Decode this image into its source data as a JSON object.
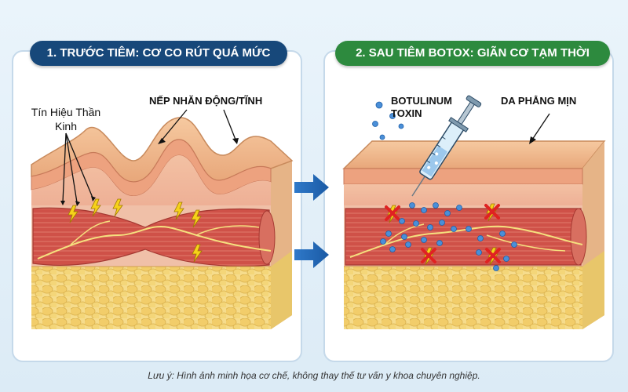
{
  "panels": {
    "left": {
      "title": "1. TRƯỚC TIÊM: CƠ CO RÚT QUÁ MỨC",
      "labels": {
        "nerve_signal": "Tín Hiệu Thần Kinh",
        "wrinkle": "NẾP NHĂN ĐỘNG/TĨNH"
      }
    },
    "right": {
      "title": "2. SAU TIÊM BOTOX: GIÃN CƠ TẠM THỜI",
      "labels": {
        "toxin": "BOTULINUM TOXIN",
        "smooth_skin": "DA PHẲNG MỊN"
      }
    }
  },
  "footer": {
    "note": "Lưu ý: Hình ảnh minh họa cơ chế, không thay thế tư vấn y khoa chuyên nghiệp."
  },
  "colors": {
    "left_title_bg": "#17487a",
    "right_title_bg": "#2d8a3e",
    "muscle": "#c94a45",
    "skin": "#efb98f",
    "fat": "#f2d27a",
    "toxin_dot": "#4a8fd8",
    "block_mark": "#e02222",
    "signal": "#f6d21b"
  },
  "icons": [
    "lightning-bolt-icon",
    "red-x-block-icon",
    "syringe-icon",
    "arrow-right-icon"
  ]
}
